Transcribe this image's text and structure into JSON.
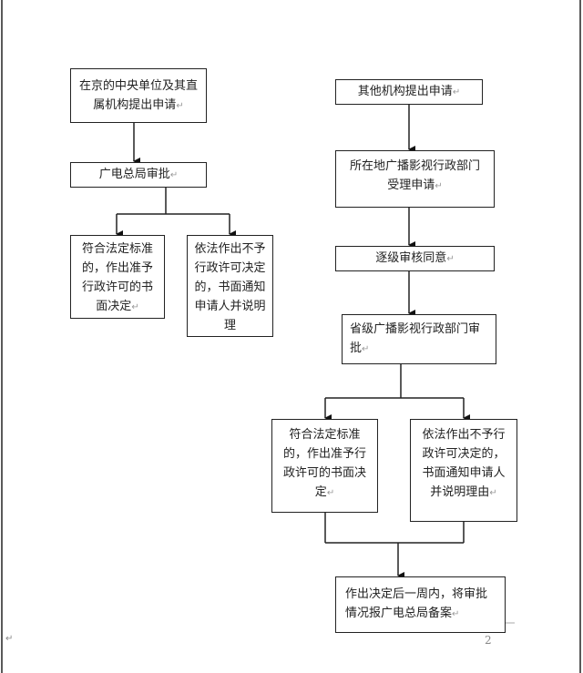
{
  "left_flow": {
    "start": "在京的中央单位及其直属机构提出申请",
    "review": "广电总局审批",
    "approve": "符合法定标准的，作出准予行政许可的书面决定",
    "reject": "依法作出不予行政许可决定的，书面通知申请人并说明理"
  },
  "right_flow": {
    "start": "其他机构提出申请",
    "accept": "所在地广播影视行政部门受理申请",
    "levels": "逐级审核同意",
    "province": "省级广播影视行政部门审批",
    "approve": "符合法定标准的，作出准予行政许可的书面决定",
    "reject": "依法作出不予行政许可决定的，书面通知申请人并说明理由",
    "final": "作出决定后一周内，将审批情况报广电总局备案"
  },
  "paragraph_mark": "↵",
  "page_number": "2"
}
